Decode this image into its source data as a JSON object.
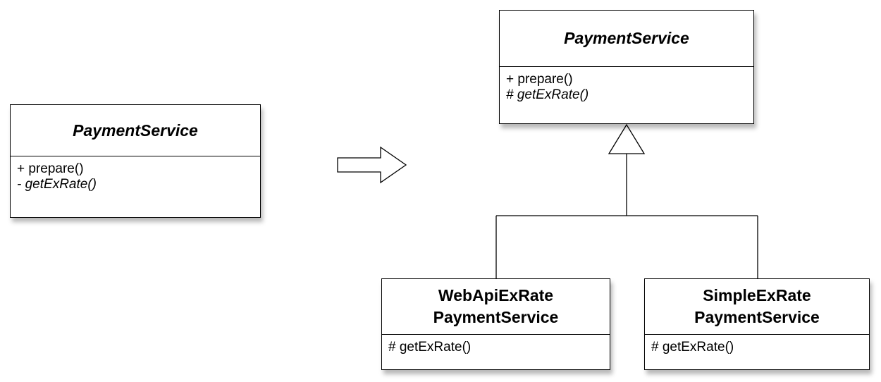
{
  "diagram": {
    "left_class": {
      "name": "PaymentService",
      "abstract": true,
      "operations": [
        {
          "text": "+ prepare()",
          "abstract": false
        },
        {
          "text": "- getExRate()",
          "abstract": true
        }
      ]
    },
    "parent_class": {
      "name": "PaymentService",
      "abstract": true,
      "operations": [
        {
          "text": "+ prepare()",
          "abstract": false
        },
        {
          "text": "# getExRate()",
          "abstract": true
        }
      ]
    },
    "child_classes": [
      {
        "name_lines": [
          "WebApiExRate",
          "PaymentService"
        ],
        "operations": [
          {
            "text": "# getExRate()",
            "abstract": false
          }
        ]
      },
      {
        "name_lines": [
          "SimpleExRate",
          "PaymentService"
        ],
        "operations": [
          {
            "text": "# getExRate()",
            "abstract": false
          }
        ]
      }
    ],
    "colors": {
      "stroke": "#000000",
      "fill": "#ffffff"
    },
    "transform_arrow_icon": "hollow-right-arrow-icon"
  }
}
